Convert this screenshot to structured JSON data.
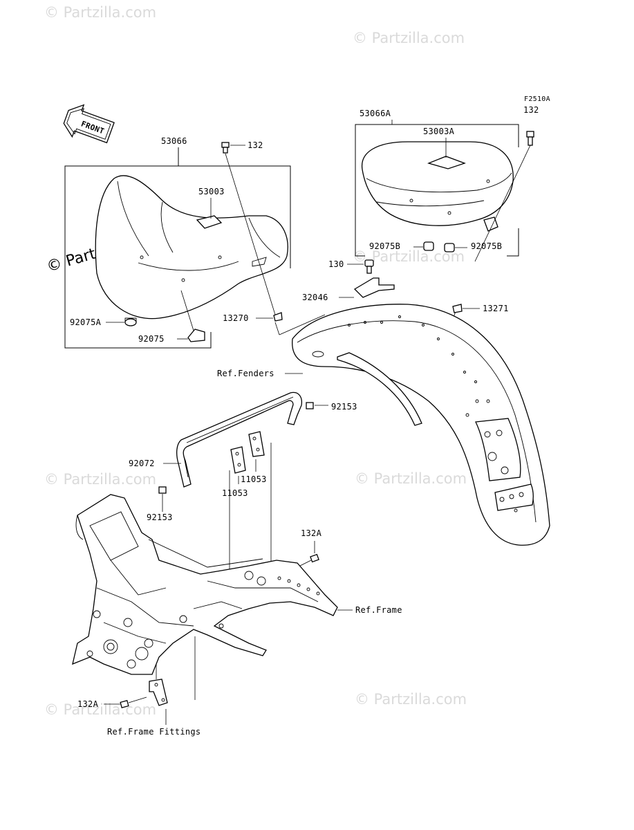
{
  "diagram_code": "F2510A",
  "front_label": "FRONT",
  "watermark": "© Partzilla.com",
  "parts": {
    "seat_front": "53066",
    "seat_front_cover": "53003",
    "seat_rear": "53066A",
    "seat_rear_cover": "53003A",
    "bolt_132_left": "132",
    "bolt_132_right": "132",
    "bolt_132A_upper": "132A",
    "bolt_132A_lower": "132A",
    "bolt_130": "130",
    "bracket_32046": "32046",
    "damper_13270": "13270",
    "damper_13271": "13271",
    "cushion_92075A": "92075A",
    "cushion_92075": "92075",
    "cushion_92075B_left": "92075B",
    "cushion_92075B_right": "92075B",
    "bolt_92153_right": "92153",
    "bolt_92153_left": "92153",
    "grab_bar_92072": "92072",
    "bracket_11053_a": "11053",
    "bracket_11053_b": "11053"
  },
  "references": {
    "fenders": "Ref.Fenders",
    "frame": "Ref.Frame",
    "frame_fittings": "Ref.Frame Fittings"
  }
}
